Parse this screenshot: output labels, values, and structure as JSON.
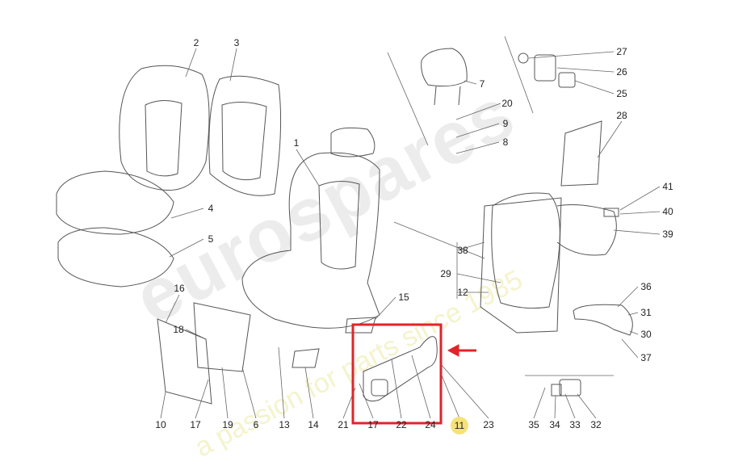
{
  "watermark": {
    "brand": "eurospares",
    "tagline": "a passion for parts since 1985"
  },
  "labels": {
    "l1": "1",
    "l2": "2",
    "l3": "3",
    "l4": "4",
    "l5": "5",
    "l6": "6",
    "l7": "7",
    "l8": "8",
    "l9": "9",
    "l10": "10",
    "l11": "11",
    "l12": "12",
    "l13": "13",
    "l14": "14",
    "l15": "15",
    "l16": "16",
    "l17a": "17",
    "l17b": "17",
    "l18": "18",
    "l19": "19",
    "l20": "20",
    "l21": "21",
    "l22": "22",
    "l23": "23",
    "l24": "24",
    "l25": "25",
    "l26": "26",
    "l27": "27",
    "l28": "28",
    "l29": "29",
    "l30": "30",
    "l31": "31",
    "l32": "32",
    "l33": "33",
    "l34": "34",
    "l35": "35",
    "l36": "36",
    "l37": "37",
    "l38": "38",
    "l39": "39",
    "l40": "40",
    "l41": "41"
  },
  "highlight": {
    "part": "11",
    "box_color": "#e0242a",
    "marker_color": "#f5e27a"
  }
}
